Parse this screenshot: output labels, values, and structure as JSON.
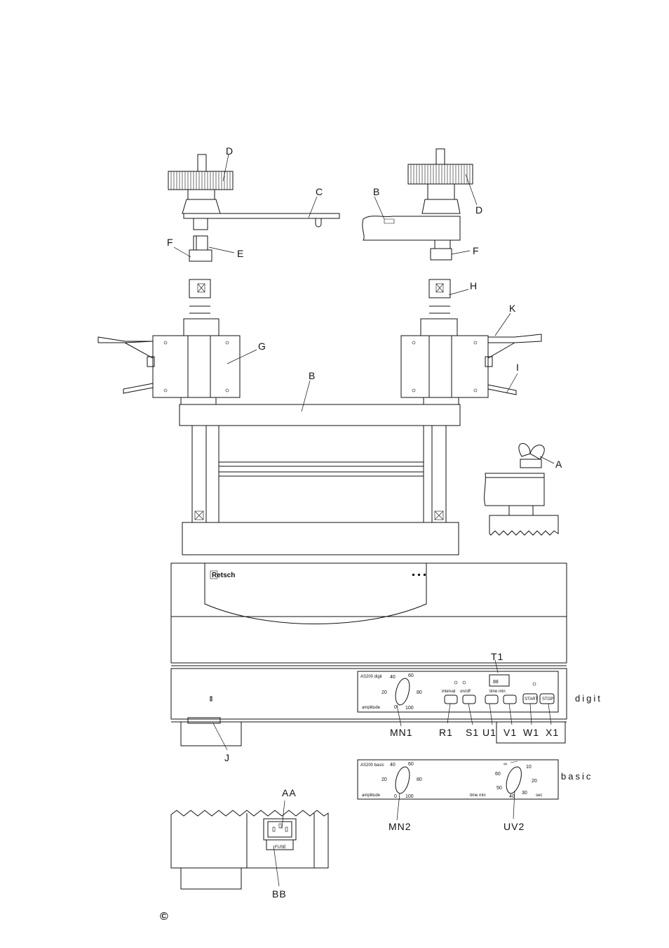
{
  "labels": {
    "D_left": "D",
    "C": "C",
    "B_top": "B",
    "D_right": "D",
    "F_left": "F",
    "E": "E",
    "F_right": "F",
    "H": "H",
    "K": "K",
    "G": "G",
    "I": "I",
    "B_mid": "B",
    "A": "A",
    "T1": "T1",
    "MN1": "MN1",
    "R1": "R1",
    "S1": "S1",
    "U1": "U1",
    "V1": "V1",
    "W1": "W1",
    "X1": "X1",
    "J": "J",
    "AA": "AA",
    "BB": "BB",
    "MN2": "MN2",
    "UV2": "UV2"
  },
  "brand": "Retsch",
  "panel_digit": {
    "model": "AS200 digit",
    "side_label": "digit",
    "display": "88",
    "amplitude": "amplitude",
    "interval": "interval",
    "on_off": "on/off",
    "time_min": "time min",
    "start": "START",
    "stop": "STOP",
    "scale": [
      "0",
      "20",
      "40",
      "60",
      "80",
      "100"
    ]
  },
  "panel_basic": {
    "model": "AS200 basic",
    "side_label": "basic",
    "amplitude": "amplitude",
    "time_min": "time min",
    "amp_scale": [
      "0",
      "20",
      "40",
      "60",
      "80",
      "100"
    ],
    "time_scale": [
      "10",
      "20",
      "30",
      "40",
      "50",
      "60",
      "∞"
    ],
    "unit": "sec"
  },
  "connector": {
    "fuse": "FUSE"
  },
  "copyright": "©"
}
